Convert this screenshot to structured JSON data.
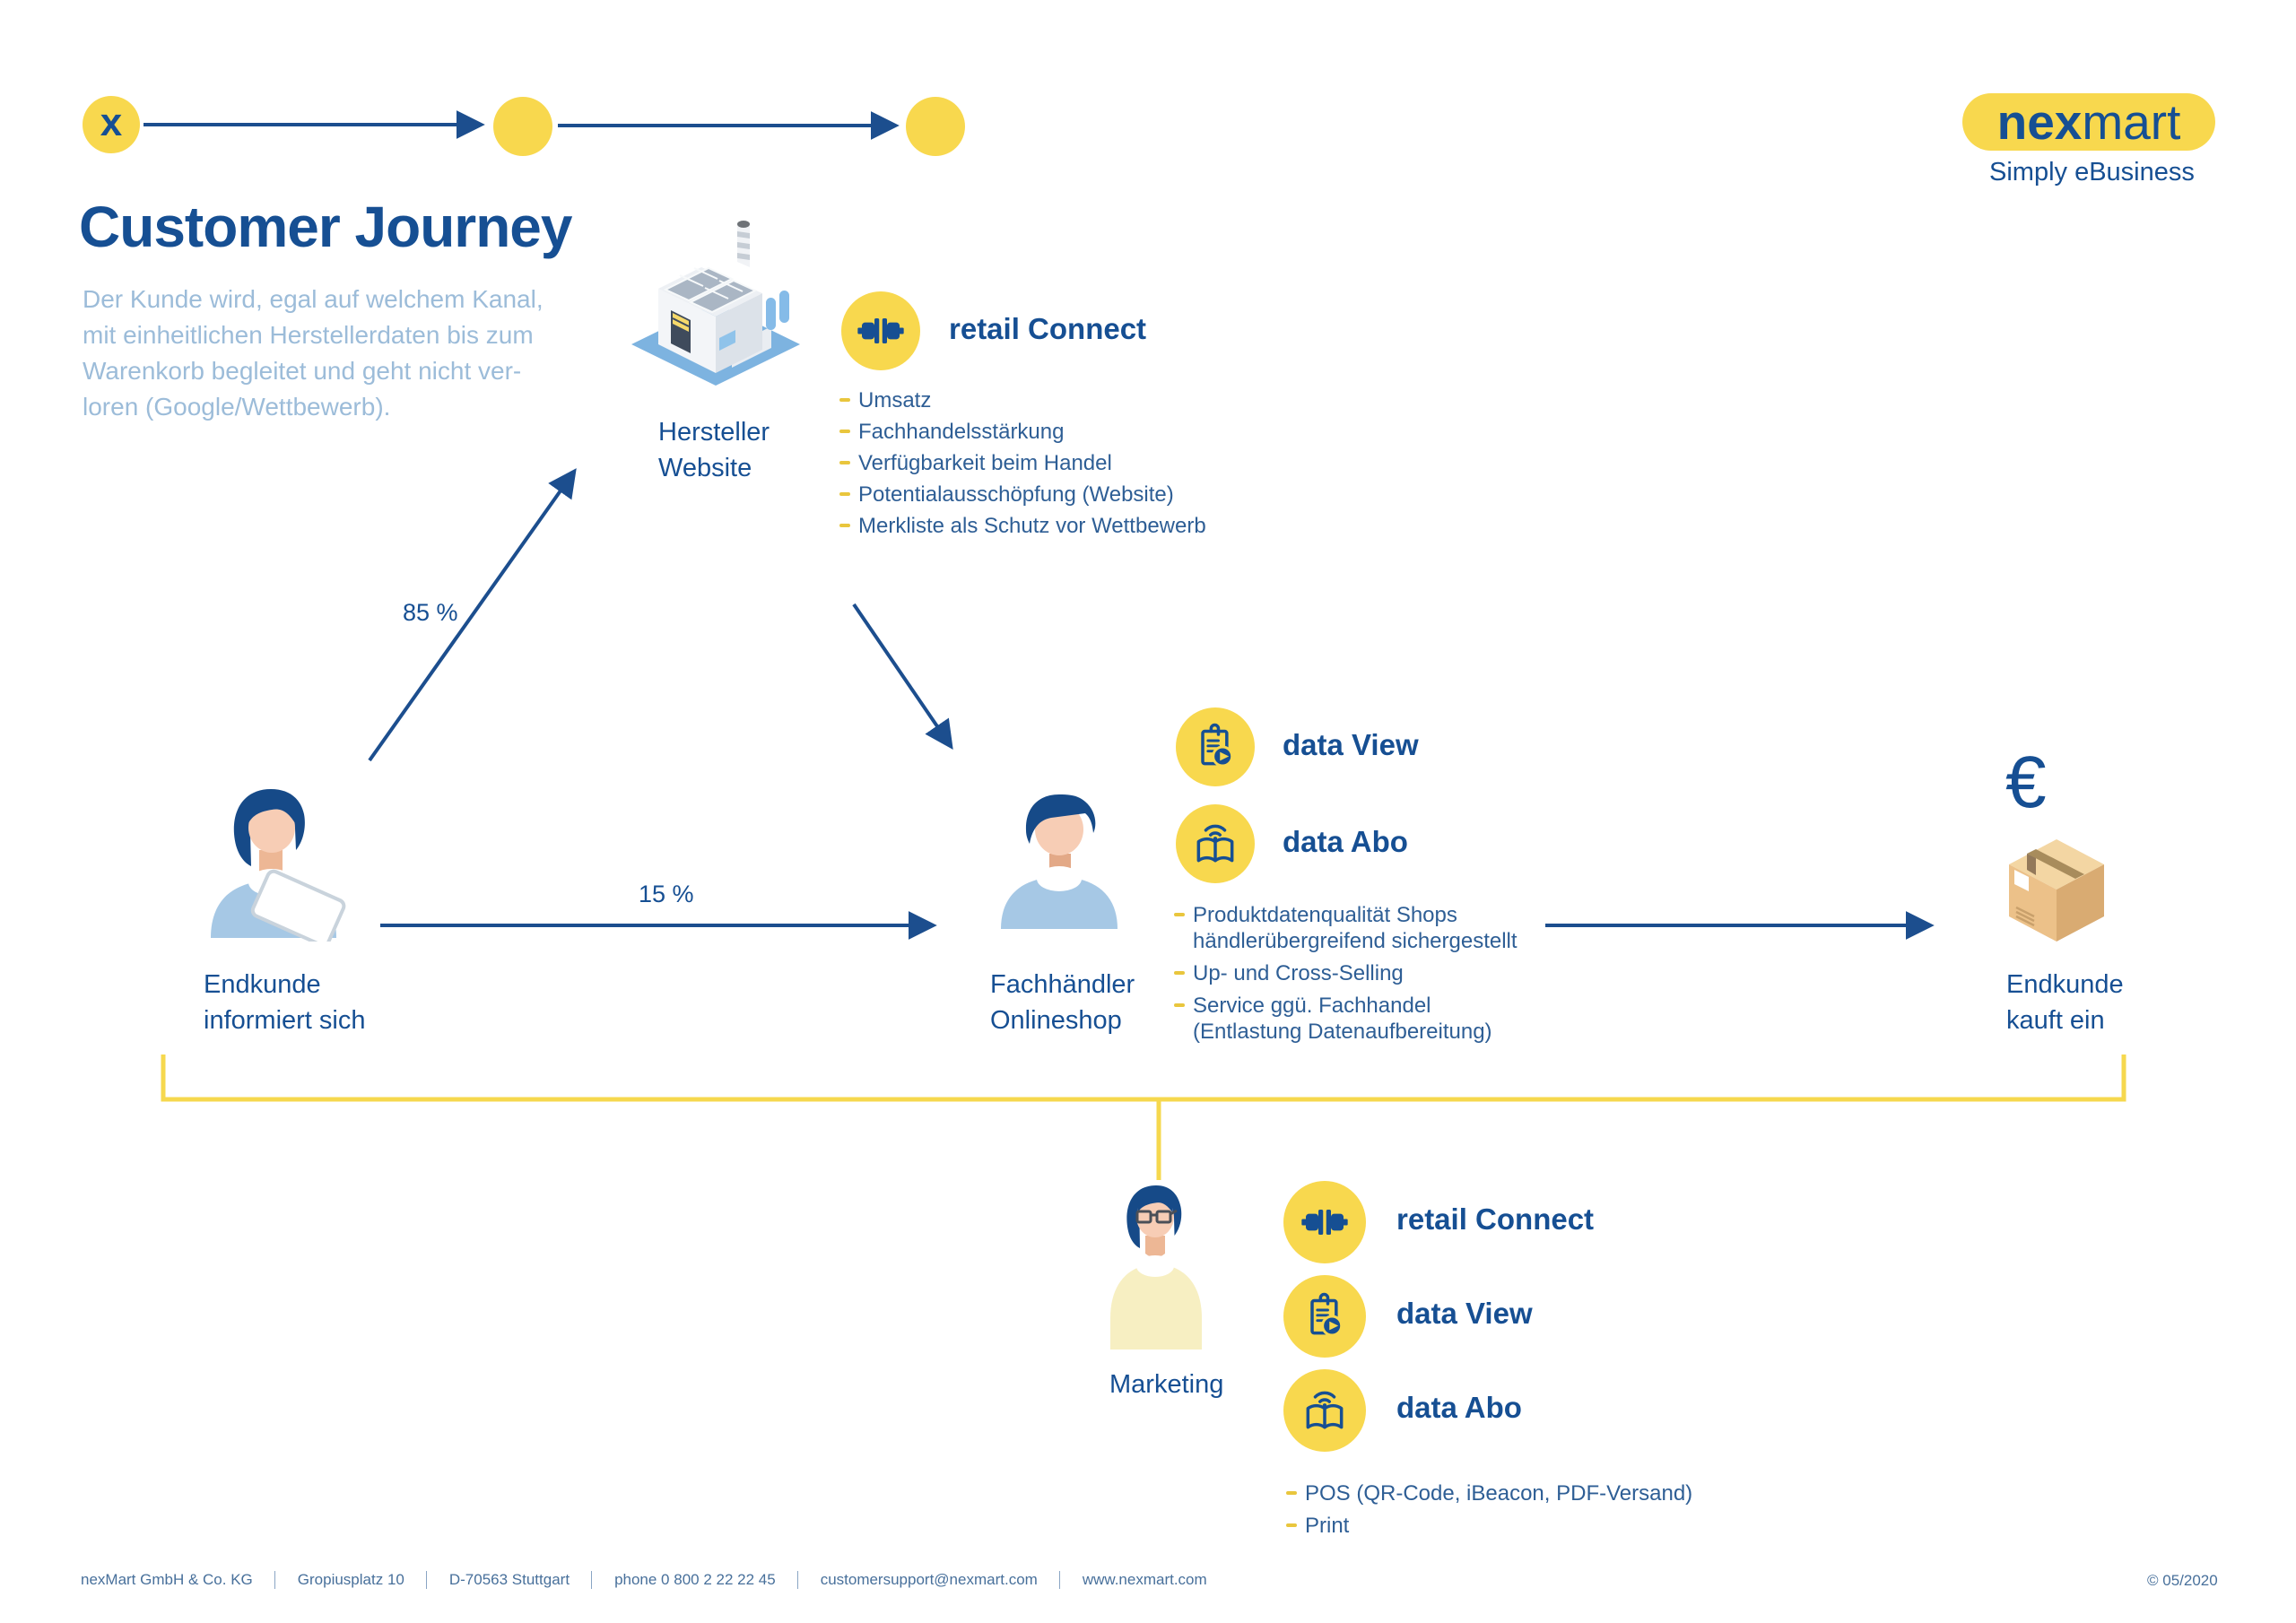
{
  "page": {
    "title": "Customer Journey",
    "intro": "Der Kunde wird, egal auf welchem Kanal,\nmit einheitlichen Herstellerdaten bis zum\nWarenkorb begleitet und geht nicht ver-\nloren (Google/Wettbewerb)."
  },
  "logo": {
    "nex": "nex",
    "mart": "mart",
    "tagline": "Simply eBusiness",
    "xmark": "x"
  },
  "nodes": {
    "hersteller": "Hersteller\nWebsite",
    "endkunde_start": "Endkunde\ninformiert sich",
    "fachhaendler": "Fachhändler\nOnlineshop",
    "endkunde_end": "Endkunde\nkauft ein",
    "marketing": "Marketing",
    "euro": "€"
  },
  "percents": {
    "hersteller": "85 %",
    "fachhaendler": "15 %"
  },
  "offers": {
    "hersteller": {
      "name": "retail Connect",
      "bullets": [
        "Umsatz",
        "Fachhandelsstärkung",
        "Verfügbarkeit beim Handel",
        "Potentialausschöpfung (Website)",
        "Merkliste als Schutz vor Wettbewerb"
      ]
    },
    "fachhaendler": {
      "names": [
        "data View",
        "data Abo"
      ],
      "bullets": [
        "Produktdatenqualität Shops händlerübergreifend sichergestellt",
        "Up- und Cross-Selling",
        "Service ggü. Fachhandel (Entlastung Datenaufbereitung)"
      ]
    },
    "marketing": {
      "names": [
        "retail Connect",
        "data View",
        "data Abo"
      ],
      "bullets": [
        "POS (QR-Code, iBeacon, PDF-Versand)",
        "Print"
      ]
    }
  },
  "footer": {
    "items": [
      "nexMart GmbH & Co. KG",
      "Gropiusplatz 10",
      "D-70563 Stuttgart",
      "phone 0 800 2 22 22 45",
      "customersupport@nexmart.com",
      "www.nexmart.com"
    ],
    "copyright": "© 05/2020"
  },
  "colors": {
    "navy": "#164f93",
    "yellow": "#f8d84e",
    "arrow": "#1c4e8e",
    "intro_text": "#9cbcd9",
    "bullet_dash": "#e9c63d",
    "footer_text": "#48709b"
  }
}
